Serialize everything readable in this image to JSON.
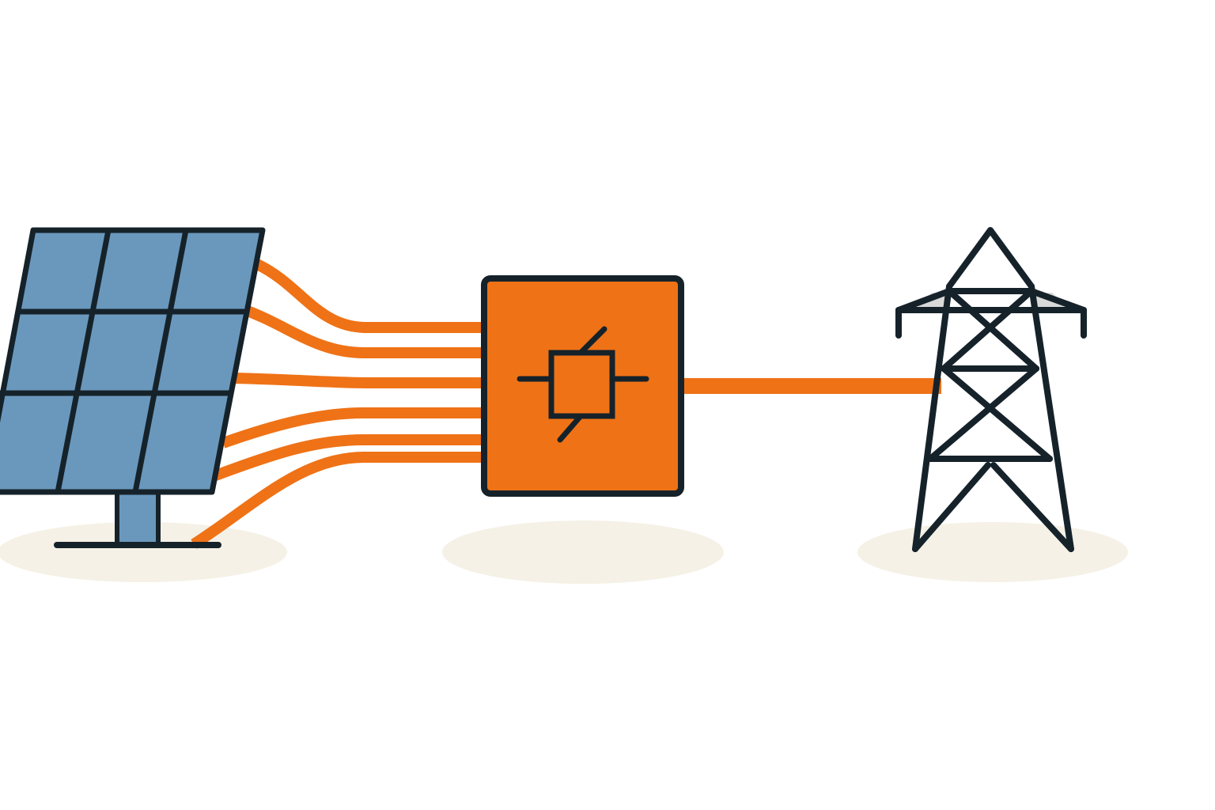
{
  "colors": {
    "background": "#ffffff",
    "outline": "#16222a",
    "panel_cell": "#6a98bd",
    "wire": "#ef7216",
    "inverter_fill": "#ef7216",
    "ground_shadow": "#f5f1e6",
    "tower_highlight": "#d9d9d9"
  },
  "nodes": [
    {
      "id": "solar-panel",
      "icon": "solar-panel-icon"
    },
    {
      "id": "inverter",
      "icon": "inverter-icon",
      "symbol": "dc-ac-converter-symbol"
    },
    {
      "id": "transmission-tower",
      "icon": "power-pylon-icon"
    }
  ],
  "connections": [
    {
      "from": "solar-panel",
      "to": "inverter",
      "count": 6
    },
    {
      "from": "inverter",
      "to": "transmission-tower",
      "count": 1
    }
  ]
}
